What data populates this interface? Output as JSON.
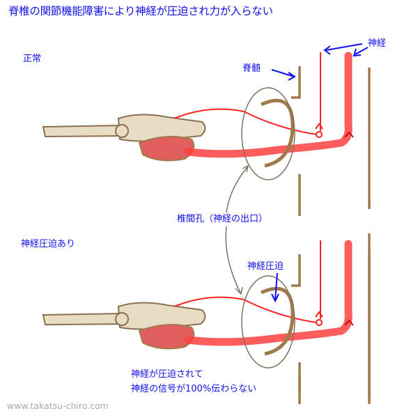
{
  "title": "脊椎の関節機能障害により神経が圧迫され力が入らない",
  "normal_label": "正常",
  "nerve_label": "神経",
  "spinal_cord_label": "脊髄",
  "foramen_label": "椎間孔（神経の出口）",
  "compressed_label": "神経圧迫あり",
  "compression_point_label": "神経圧迫",
  "caption_line1": "神経が圧迫されて",
  "caption_line2": "神経の信号が100%伝わらない",
  "watermark": "www.takatsu-chiro.com",
  "colors": {
    "text": "#1010ee",
    "nerve": "#ff2020",
    "bone": "#a07a48",
    "muscle": "#e06060"
  }
}
